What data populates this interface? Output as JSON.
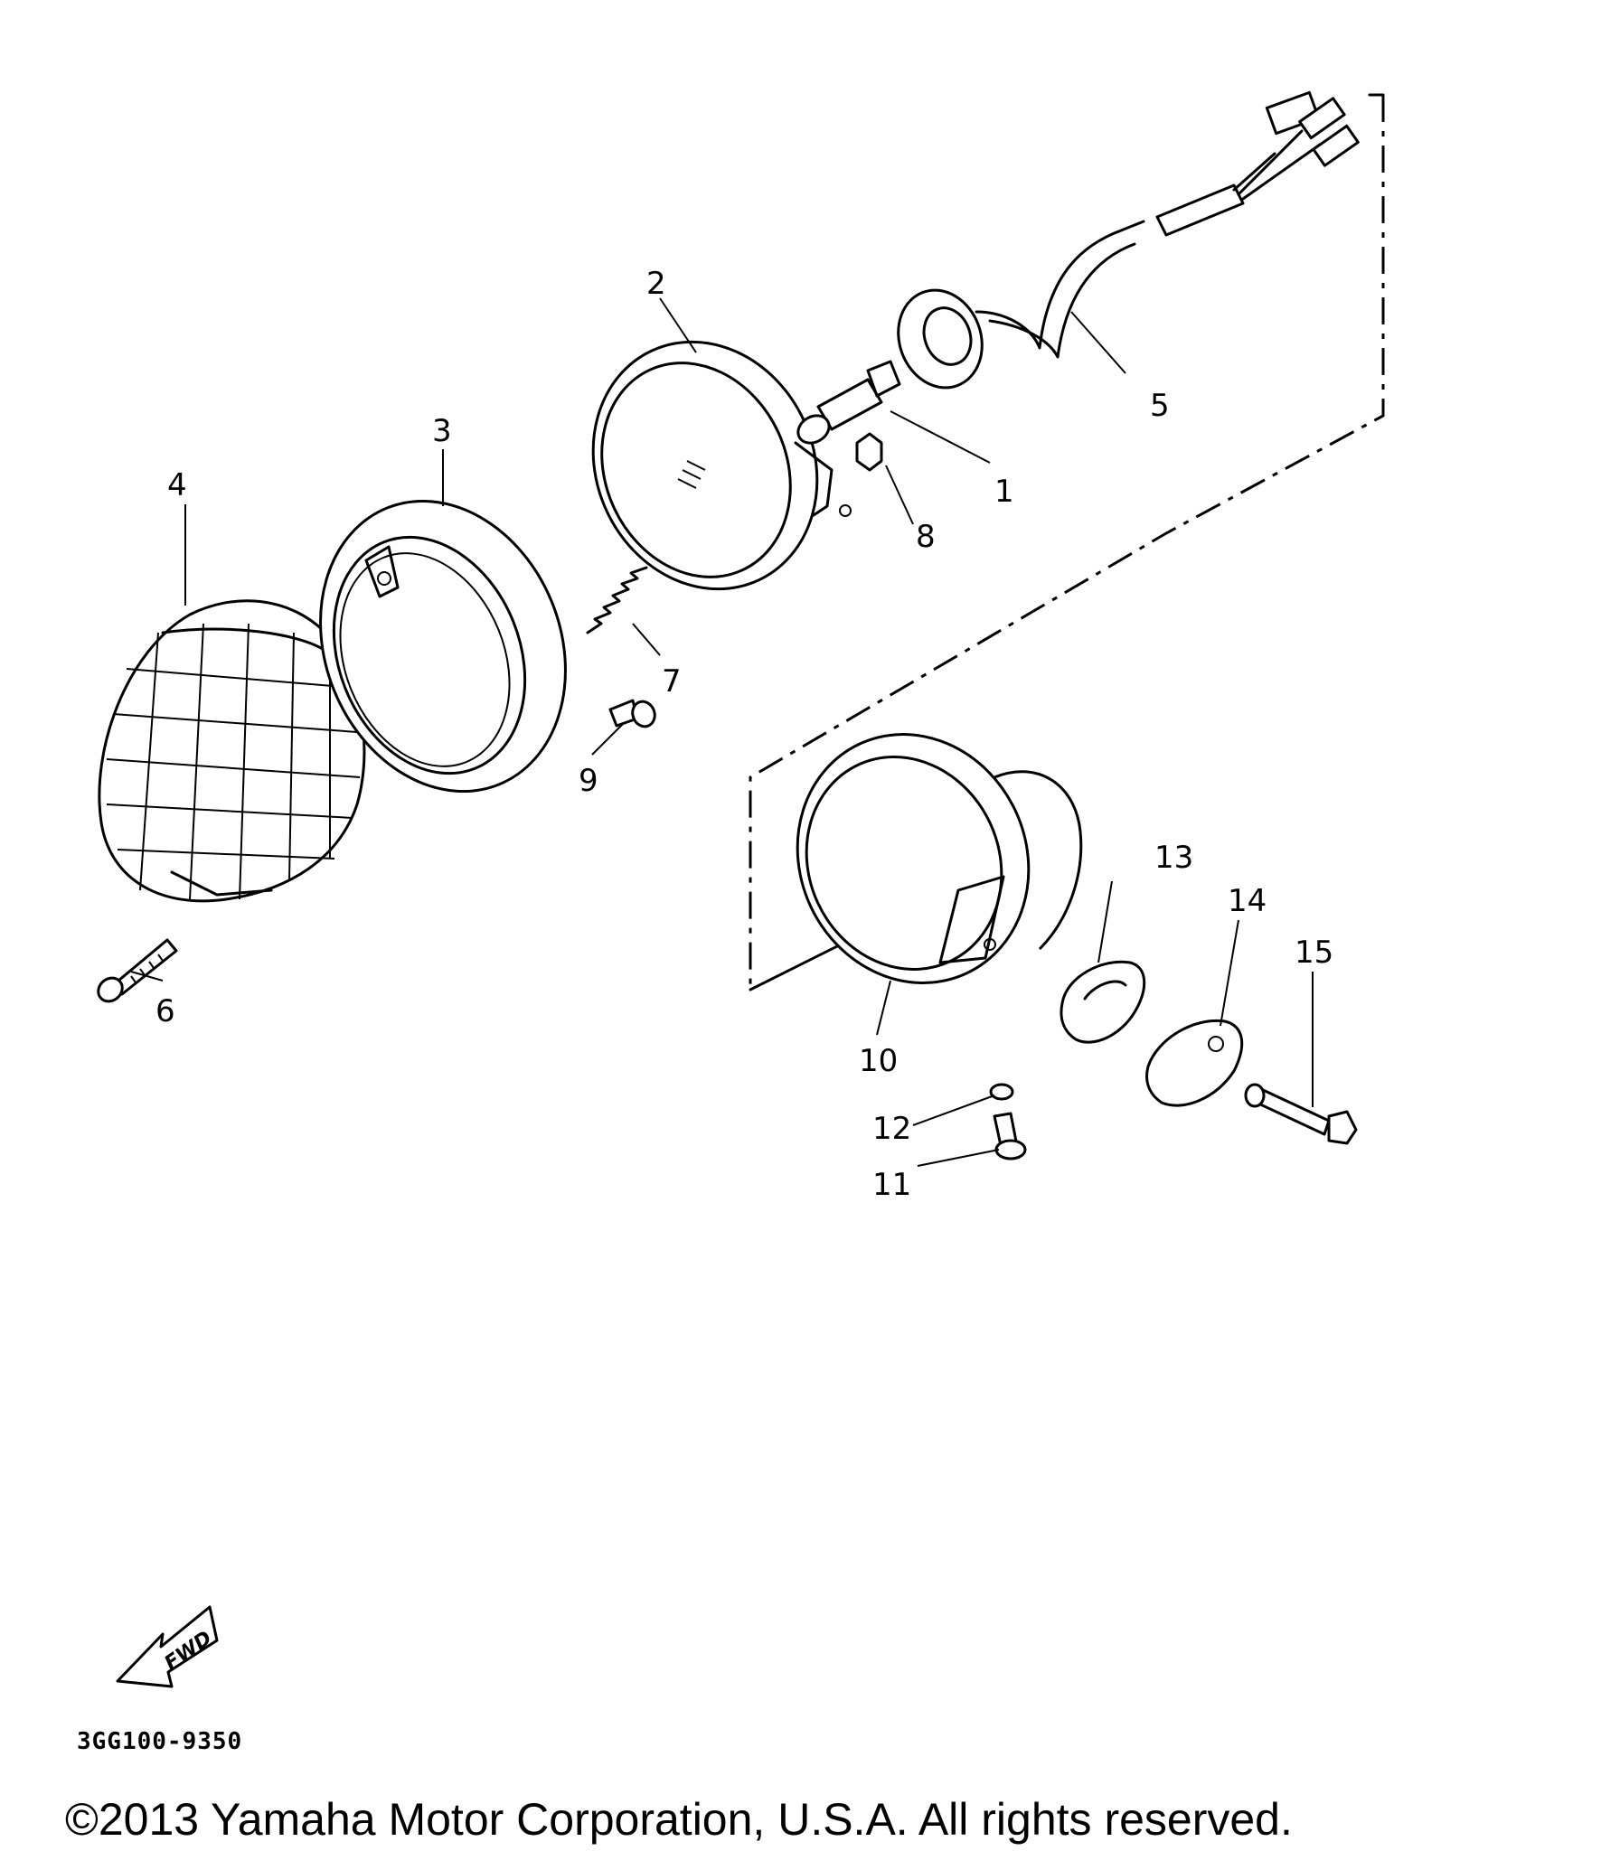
{
  "parts": [
    {
      "num": "1",
      "icon": "bulb-icon"
    },
    {
      "num": "2",
      "icon": "headlight-lens-icon"
    },
    {
      "num": "3",
      "icon": "rim-icon"
    },
    {
      "num": "4",
      "icon": "grille-guard-icon"
    },
    {
      "num": "5",
      "icon": "socket-cord-icon"
    },
    {
      "num": "6",
      "icon": "screw-icon"
    },
    {
      "num": "7",
      "icon": "spring-icon"
    },
    {
      "num": "8",
      "icon": "nut-icon"
    },
    {
      "num": "9",
      "icon": "screw-icon"
    },
    {
      "num": "10",
      "icon": "headlight-body-icon"
    },
    {
      "num": "11",
      "icon": "screw-icon"
    },
    {
      "num": "12",
      "icon": "washer-icon"
    },
    {
      "num": "13",
      "icon": "grommet-icon"
    },
    {
      "num": "14",
      "icon": "cover-icon"
    },
    {
      "num": "15",
      "icon": "bolt-icon"
    }
  ],
  "direction_label": "FWD",
  "diagram_code": "3GG100-9350",
  "copyright": "©2013 Yamaha Motor Corporation, U.S.A. All rights reserved."
}
